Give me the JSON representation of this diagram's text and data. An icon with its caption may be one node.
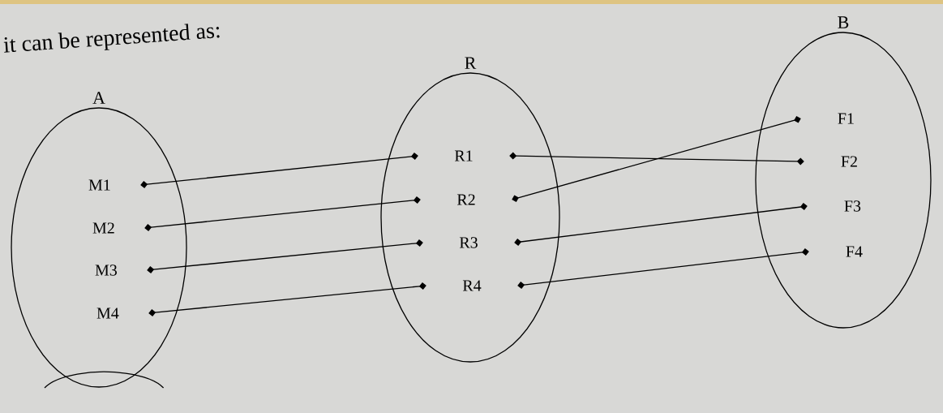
{
  "diagram": {
    "nodes": [
      {
        "text": [
          "A"
        ]
      },
      {
        "text": [
          "M1"
        ],
        "in": 0
      },
      {
        "text": [
          "M2"
        ],
        "in": 0
      },
      {
        "text": [
          "M3"
        ],
        "in": 0
      },
      {
        "text": [
          "M4"
        ],
        "in": 0
      },
      {
        "text": [
          "R"
        ]
      },
      {
        "text": [
          "R1"
        ],
        "in": 5
      },
      {
        "text": [
          "R2"
        ],
        "in": 5
      },
      {
        "text": [
          "R3"
        ],
        "in": 5
      },
      {
        "text": [
          "R4"
        ],
        "in": 5
      },
      {
        "text": [
          "B"
        ]
      },
      {
        "text": [
          "F1"
        ],
        "in": 10
      },
      {
        "text": [
          "F2"
        ],
        "in": 10
      },
      {
        "text": [
          "F3"
        ],
        "in": 10
      },
      {
        "text": [
          "F4"
        ],
        "in": 10
      }
    ],
    "edges": [
      {
        "from": 1,
        "to": 6,
        "arrow": "other"
      },
      {
        "from": 2,
        "to": 7,
        "arrow": "other"
      },
      {
        "from": 3,
        "to": 8,
        "arrow": "other"
      },
      {
        "from": 4,
        "to": 9,
        "arrow": "other"
      },
      {
        "from": 6,
        "to": 12,
        "arrow": "other"
      },
      {
        "from": 7,
        "to": 11,
        "arrow": "other"
      },
      {
        "from": 8,
        "to": 13,
        "arrow": "other"
      },
      {
        "from": 9,
        "to": 14,
        "arrow": "other"
      }
    ],
    "labels": [
      "it can be represented as:"
    ]
  }
}
